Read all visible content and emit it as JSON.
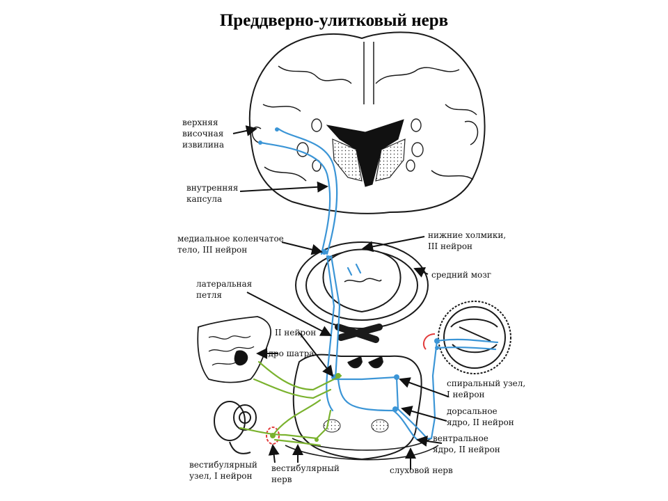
{
  "title": "Преддверно-улитковый нерв",
  "colors": {
    "blue": "#3b95d6",
    "green": "#7ab22e",
    "red": "#e23a3a",
    "ink": "#1a1a1a"
  },
  "labels": {
    "superior_temporal": [
      "верхняя",
      "височная",
      "извилина"
    ],
    "internal_capsule": [
      "внутренняя",
      "капсула"
    ],
    "medial_geniculate": [
      "медиальное коленчатое",
      "тело, III нейрон"
    ],
    "inferior_colliculi": [
      "нижние холмики,",
      "III нейрон"
    ],
    "midbrain": [
      "средний мозг"
    ],
    "lateral_lemniscus": [
      "латеральная",
      "петля"
    ],
    "neuron_2": [
      "II нейрон"
    ],
    "fastigial_nucleus": [
      "ядро шатра"
    ],
    "spiral_ganglion": [
      "спиральный узел,",
      "I нейрон"
    ],
    "dorsal_nucleus": [
      "дорсальное",
      "ядро, II нейрон"
    ],
    "ventral_nucleus": [
      "вентральное",
      "ядро, II нейрон"
    ],
    "vestibular_ganglion": [
      "вестибулярный",
      "узел, I нейрон"
    ],
    "vestibular_nerve": [
      "вестибулярный",
      "нерв"
    ],
    "cochlear_nerve": [
      "слуховой нерв"
    ]
  }
}
